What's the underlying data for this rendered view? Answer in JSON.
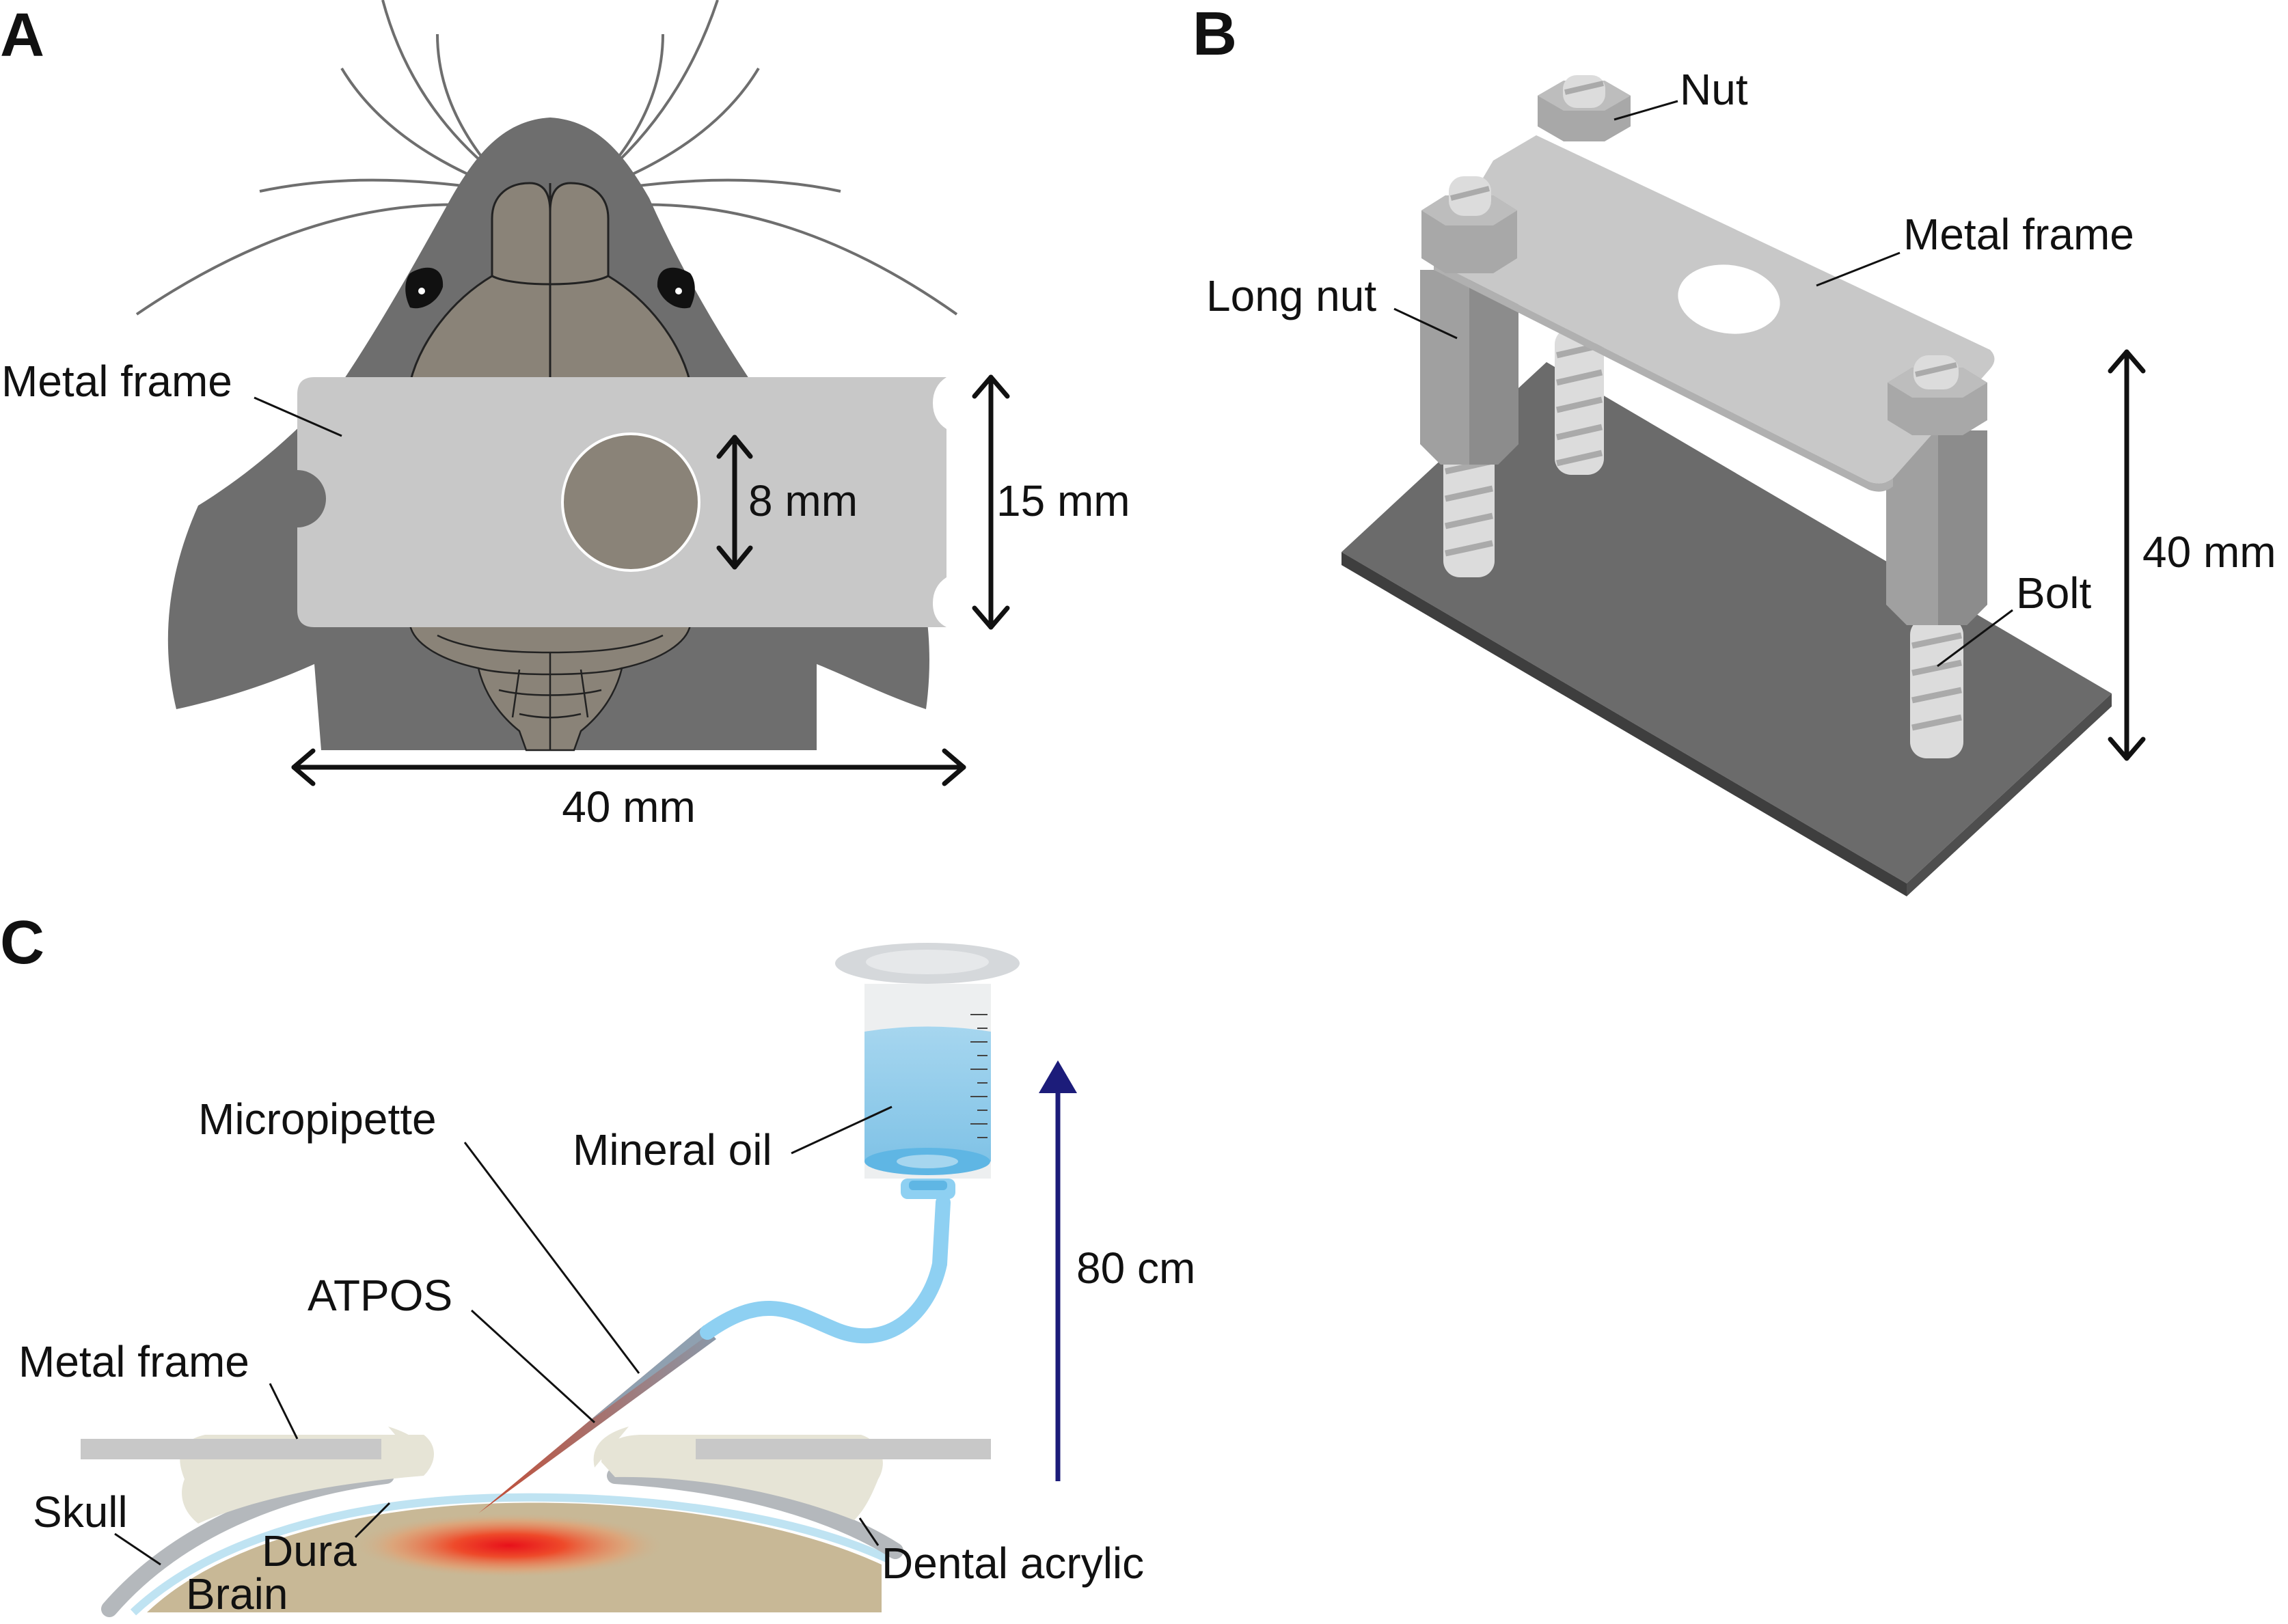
{
  "panels": {
    "a": {
      "letter": "A",
      "labels": {
        "metal_frame": "Metal frame",
        "hole_diameter": "8 mm",
        "frame_height": "15 mm",
        "frame_width": "40 mm"
      }
    },
    "b": {
      "letter": "B",
      "labels": {
        "nut": "Nut",
        "metal_frame": "Metal frame",
        "long_nut": "Long nut",
        "height": "40 mm",
        "bolt": "Bolt"
      }
    },
    "c": {
      "letter": "C",
      "labels": {
        "micropipette": "Micropipette",
        "mineral_oil": "Mineral oil",
        "atpos": "ATPOS",
        "metal_frame": "Metal frame",
        "height": "80 cm",
        "skull": "Skull",
        "dura": "Dura",
        "brain": "Brain",
        "dental_acrylic": "Dental acrylic"
      }
    }
  },
  "colors": {
    "mouse_body": "#6e6e6e",
    "brain_surface": "#8a8378",
    "frame_fill": "#c8c8c8",
    "base_plate": "#6b6b6b",
    "oil_blue": "#8ecbea",
    "arrow_navy": "#1c1c7a",
    "brain_tissue": "#c8b896",
    "dental_acrylic": "#e6e4d6",
    "skull_gray": "#b4b8bc",
    "injection_red": "#e8321e"
  }
}
